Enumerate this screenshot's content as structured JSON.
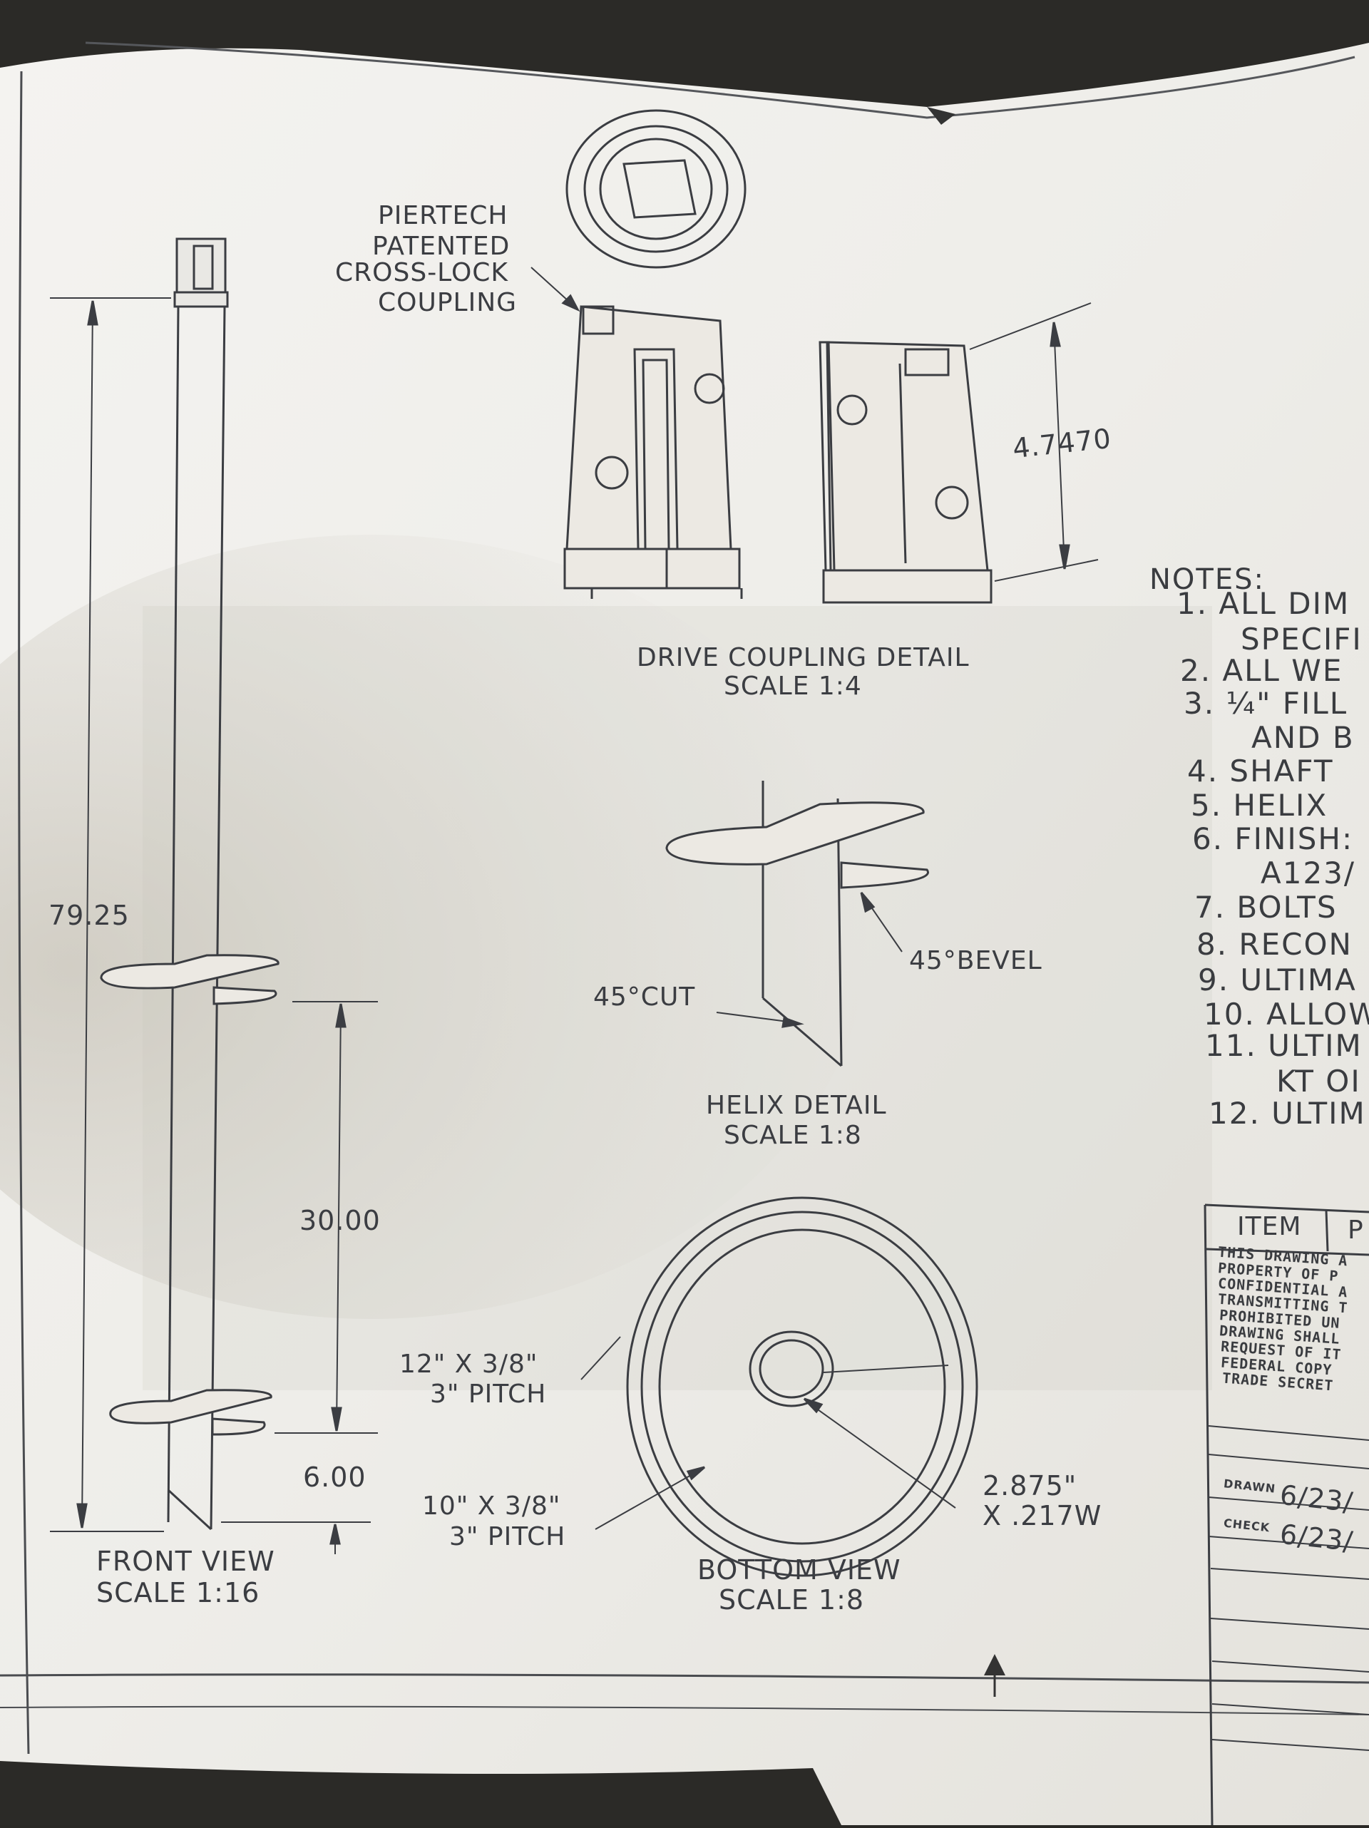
{
  "coupling_callout": [
    "PIERTECH",
    "PATENTED",
    "CROSS-LOCK",
    "COUPLING"
  ],
  "drive_coupling": {
    "title": "DRIVE COUPLING DETAIL",
    "scale": "SCALE 1:4",
    "height_dim": "4.7470"
  },
  "helix_detail": {
    "title": "HELIX DETAIL",
    "scale": "SCALE 1:8",
    "bevel_label": "45°BEVEL",
    "cut_label": "45°CUT"
  },
  "front_view": {
    "title": "FRONT VIEW",
    "scale": "SCALE 1:16",
    "overall_length": "79.25",
    "helix_spacing": "30.00",
    "tip_to_helix": "6.00"
  },
  "bottom_view": {
    "title": "BOTTOM VIEW",
    "scale": "SCALE 1:8",
    "upper_helix": [
      "12\" X 3/8\"",
      "3\" PITCH"
    ],
    "lower_helix": [
      "10\" X 3/8\"",
      "3\" PITCH"
    ],
    "shaft": [
      "2.875\"",
      "X .217W"
    ]
  },
  "notes": {
    "heading": "NOTES:",
    "items": [
      "1.  ALL DIM",
      "SPECIFI",
      "2.  ALL WE",
      "3.  ¼\" FILL",
      "AND B",
      "4.  SHAFT",
      "5.  HELIX",
      "6.  FINISH:",
      "A123/",
      "7.  BOLTS",
      "8.  RECON",
      "9.  ULTIMA",
      "10. ALLOW",
      "11. ULTIM",
      "KT OI",
      "12. ULTIM"
    ]
  },
  "title_block": {
    "item_header": "ITEM",
    "second_header": "P",
    "legal": [
      "THIS DRAWING A",
      "PROPERTY OF P",
      "CONFIDENTIAL A",
      "TRANSMITTING T",
      "PROHIBITED UN",
      "DRAWING SHALL",
      "REQUEST OF IT",
      "FEDERAL COPY",
      "TRADE SECRET"
    ],
    "drawn_label": "DRAWN",
    "drawn_date": "6/23/",
    "check_label": "CHECK",
    "check_date": "6/23/"
  }
}
